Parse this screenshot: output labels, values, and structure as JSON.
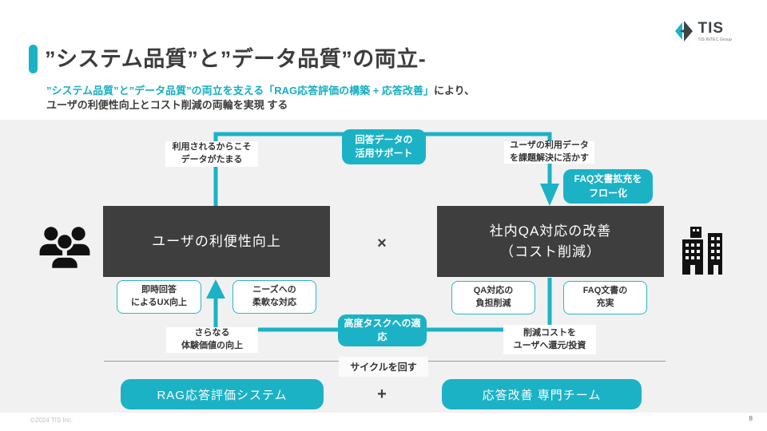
{
  "colors": {
    "teal": "#1cb2c6",
    "dark_box": "#3e3e3e",
    "panel": "#f1f1f1"
  },
  "header": {
    "title": "”システム品質”と”データ品質”の両立-",
    "subtitle_highlight": "”システム品質”と”データ品質”の両立を支える「RAG応答評価の構築 + 応答改善」",
    "subtitle_suffix": "により、",
    "subtitle_line2": "ユーザの利便性向上とコスト削減の両輪を実現 する"
  },
  "logo": {
    "name": "TIS",
    "group": "TIS INTEC Group"
  },
  "diagram": {
    "label_top_left": "利用されるからこそ\nデータがたまる",
    "support_box": "回答データの\n活用サポート",
    "label_top_right": "ユーザの利用データ\nを課題解決に活かす",
    "faq_flow_box": "FAQ文書拡充を\nフロー化",
    "left_box": "ユーザの利便性向上",
    "right_box": "社内QA対応の改善\n（コスト削減）",
    "multiply": "×",
    "left_sub1": "即時回答\nによるUX向上",
    "left_sub2": "ニーズへの\n柔軟な対応",
    "right_sub1": "QA対応の\n負担削減",
    "right_sub2": "FAQ文書の\n充実",
    "label_bottom_left": "さらなる\n体験価値の向上",
    "adapt_box": "高度タスクへの適応",
    "label_bottom_right": "削減コストを\nユーザへ還元/投資",
    "cycle_label": "サイクルを回す",
    "left_button": "RAG応答評価システム",
    "plus": "+",
    "right_button": "応答改善 専門チーム"
  },
  "footer": {
    "copyright": "©2024 TIS Inc.",
    "page": "8"
  }
}
